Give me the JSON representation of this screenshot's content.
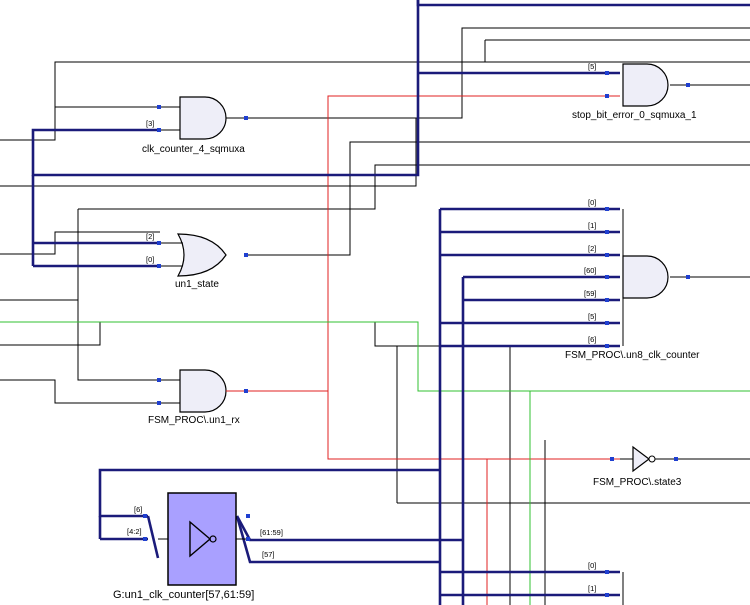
{
  "colors": {
    "wire": "#000000",
    "bus": "#1b1b7a",
    "red_net": "#e02020",
    "green_net": "#30c030",
    "gate_fill": "#eeeef8",
    "block_fill": "#a9a0ff",
    "pin_dot": "#1f3fd0"
  },
  "gates": {
    "clk_counter_4_sqmuxa": {
      "type": "and",
      "label": "clk_counter_4_sqmuxa",
      "pins": [
        "",
        "[3]"
      ]
    },
    "stop_bit_error_0_sqmuxa_1": {
      "type": "and",
      "label": "stop_bit_error_0_sqmuxa_1",
      "pins": [
        "[5]",
        ""
      ]
    },
    "un1_state": {
      "type": "or",
      "label": "un1_state",
      "pins": [
        "[2]",
        "[0]"
      ]
    },
    "fsm_un8_clk_counter": {
      "type": "and",
      "label": "FSM_PROC\\.un8_clk_counter",
      "pins": [
        "[0]",
        "[1]",
        "[2]",
        "[60]",
        "[59]",
        "[5]",
        "[6]"
      ]
    },
    "fsm_un1_rx": {
      "type": "and",
      "label": "FSM_PROC\\.un1_rx",
      "pins": [
        "",
        ""
      ]
    },
    "fsm_state3": {
      "type": "inverter",
      "label": "FSM_PROC\\.state3"
    },
    "un1_clk_counter": {
      "type": "inverter-block",
      "label": "G:un1_clk_counter[57,61:59]",
      "in_pins": [
        "[6]",
        "[4:2]"
      ],
      "out_pins": [
        "[61:59]",
        "[57]"
      ]
    },
    "bottom_gate": {
      "type": "and",
      "pins": [
        "[0]",
        "[1]"
      ]
    }
  }
}
